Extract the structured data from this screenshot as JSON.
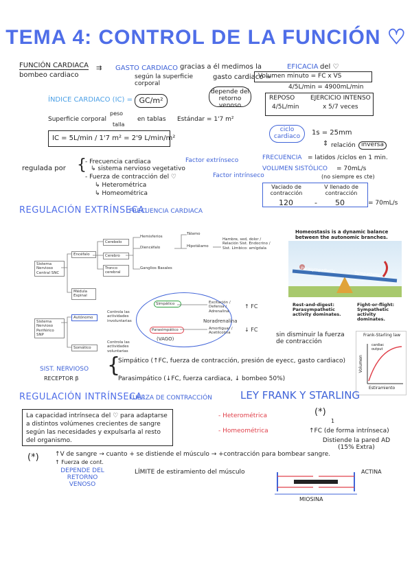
{
  "title": "TEMA 4: CONTROL DE LA FUNCIÓN ♡",
  "s1": {
    "funcion_cardiaca": "FUNCIÓN CARDIACA",
    "bombeo": "bombeo cardiaco",
    "gasto_cardiaco": "GASTO CARDIACO",
    "gracias": "gracias a él medimos la",
    "eficacia": "EFICACIA",
    "del": "del ♡",
    "segun": "según la superficie corporal",
    "gasto_formula_label": "gasto cardiaco =",
    "volumen_formula": "Volumen minuto = FC x VS",
    "gasto_value": "4/5L/min = 4900mL/min",
    "depende": "depende del retorno venoso",
    "indice": "ÍNDICE CARDIACO (IC) =",
    "indice_units": "GC/m²",
    "reposo": "REPOSO",
    "reposo_val": "4/5L/min",
    "ejercicio": "EJERCICIO INTENSO",
    "ejercicio_val": "x 5/7 veces",
    "superficie": "Superficie corporal",
    "peso": "peso",
    "talla": "talla",
    "en_tablas": "en tablas",
    "estandar": "Estándar = 1'7 m²",
    "ic_formula": "IC = 5L/min / 1'7 m² = 2'9 L/min/m²",
    "ciclo": "ciclo cardiaco",
    "ciclo_val": "1s = 25mm",
    "relacion": "relación",
    "inversa": "inversa",
    "frecuencia_label": "FRECUENCIA",
    "frecuencia_text": "= latidos /ciclos en 1 min.",
    "volumen_label": "VOLUMEN SISTÓLICO",
    "volumen_val": "= 70mL/s",
    "no_siempre": "(no siempre es cte)",
    "regulada": "regulada por",
    "reg_item1": "- Frecuencia cardiaca",
    "reg_item1b": "Factor extrínseco",
    "reg_item1c": "↳ sistema nervioso vegetativo",
    "reg_item2": "- Fuerza de contracción del ♡",
    "reg_item2b": "Factor intrínseco",
    "reg_item2c": "↳ Heterométrica",
    "reg_item2d": "↳ Homeométrica",
    "vaciado_label": "Vaciado de contracción",
    "vlleno_label": "V llenado de contracción",
    "v1": "120",
    "minus": "-",
    "v2": "50",
    "v_result": "= 70mL/s"
  },
  "s2": {
    "heading_main": "REGULACIÓN EXTRÍNSECA:",
    "heading_sub": "FRECUENCIA CARDIACA",
    "snc": "Sistema Nervioso Central SNC",
    "encefalo": "Encéfalo",
    "medula": "Médula Espinal",
    "cerebelo": "Cerebelo",
    "cerebro": "Cerebro",
    "tronco": "Tronco cerebral",
    "hemisferios": "Hemisferios",
    "diencefalo": "Diencéfalo",
    "ganglios": "Ganglios Basales",
    "talamo": "Tálamo",
    "hipotalamo": "Hipotálamo",
    "hipo_funcs": "Hambre, sed, dolor / Relación Sist. Endocrino / Sist. Límbico: amígdala",
    "snp": "Sistema Nervioso Periférico SNP",
    "autonomo": "Autónomo",
    "somatico": "Somático",
    "controla_inv": "Controla las actividades involuntarias",
    "controla_vol": "Controla las actividades voluntarias",
    "simpatico": "Simpático",
    "parasimpatico": "Parasimpático",
    "vago": "(VAGO)",
    "exc": "Excitación / Defensa / Adrenalina",
    "noradrenalina": "Noradrenalina",
    "amort": "Amortiguar / Acetilcolina",
    "up_fc": "↑ FC",
    "down_fc": "↓ FC",
    "sin_disminuir": "sin disminuir la fuerza de contracción",
    "homeostasis": "Homeostasis is a dynamic balance between the autonomic branches.",
    "para_label": "Parasympathetic",
    "symp_label": "Sympathetic",
    "rest": "Rest-and-digest: Parasympathetic activity dominates.",
    "fight": "Fight-or-flight: Sympathetic activity dominates.",
    "frank_title": "Frank-Starling law",
    "cardiac_output": "cardiac output",
    "volumen_y": "Volumen",
    "estiramiento": "Estiramiento",
    "sist_nervioso": "SIST. NERVIOSO",
    "receptor": "RECEPTOR β",
    "simp_line": "Simpático (↑FC, fuerza de contracción, presión de eyecc, gasto cardiaco)",
    "para_line": "Parasimpático (↓FC, fuerza cardiaca, ↓ bombeo 50%)"
  },
  "s3": {
    "heading_main": "REGULACIÓN INTRÍNSECA:",
    "heading_sub": "FUERZA DE CONTRACCIÓN",
    "ley": "LEY FRANK Y STARLING",
    "capacidad": "La capacidad intrínseca del ♡ para adaptarse a distintos volúmenes crecientes de sangre según las necesidades y expulsarla al resto del organismo.",
    "hetero": "- Heterométrica",
    "homeo": "- Homeométrica",
    "star": "(*)",
    "star_sub": "1",
    "homeo_result": "↑FC (de forma intrínseca)",
    "distiende": "Distiende la pared AD (15% Extra)",
    "point1": "↑V de sangre → cuanto + se distiende el músculo → +contracción para bombear sangre.",
    "point2": "↑ Fuerza de cont.",
    "depende_retorno": "DEPENDE DEL RETORNO VENOSO",
    "limite": "LÍMITE de estiramiento del músculo",
    "actina": "ACTINA",
    "miosina": "MIOSINA"
  },
  "colors": {
    "blue": "#3f63d8",
    "red": "#e0404a",
    "green": "#2b9f3e"
  }
}
